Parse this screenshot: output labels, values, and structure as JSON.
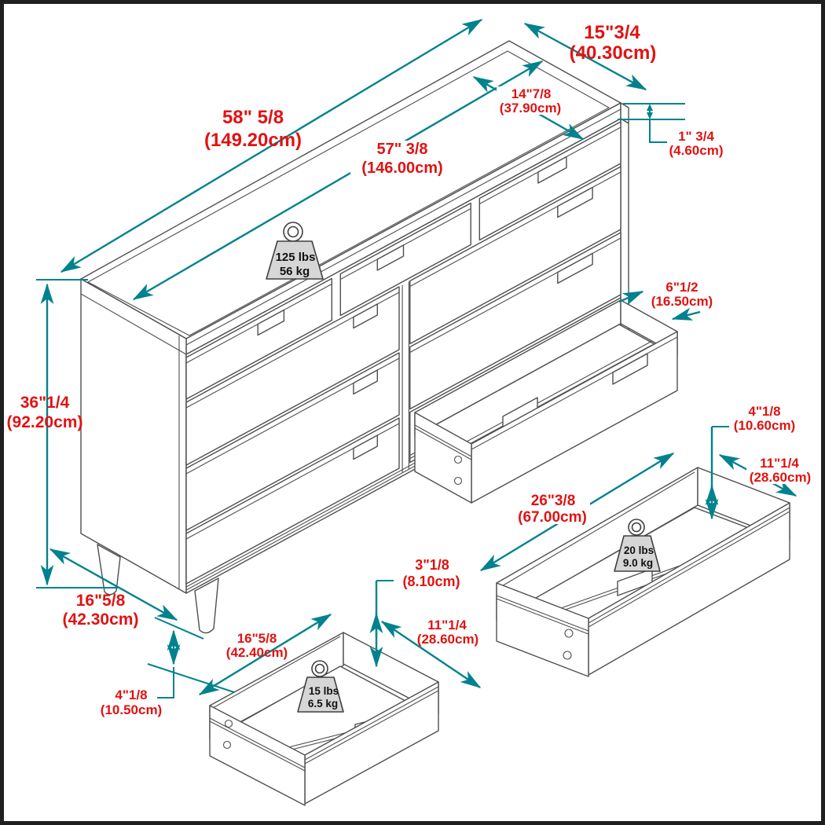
{
  "title": "Dresser dimension diagram",
  "colors": {
    "dimension_line": "#00828E",
    "label_text": "#E11212",
    "drawing_line": "#4f4f4f",
    "weight_fill": "#d6d6d6",
    "weight_text": "#111111",
    "background": "#ffffff",
    "border": "#1f1f1f"
  },
  "dimensions": {
    "overall_width": {
      "inches": "58\" 5/8",
      "metric": "(149.20cm)"
    },
    "top_inner_width": {
      "inches": "57\" 3/8",
      "metric": "(146.00cm)"
    },
    "top_depth": {
      "inches": "15\"3/4",
      "metric": "(40.30cm)"
    },
    "top_inner_depth": {
      "inches": "14\"7/8",
      "metric": "(37.90cm)"
    },
    "top_thickness": {
      "inches": "1\" 3/4",
      "metric": "(4.60cm)"
    },
    "overall_height": {
      "inches": "36\"1/4",
      "metric": "(92.20cm)"
    },
    "drawer_front_height": {
      "inches": "6\"1/2",
      "metric": "(16.50cm)"
    },
    "large_drawer_inner_height": {
      "inches": "4\"1/8",
      "metric": "(10.60cm)"
    },
    "large_drawer_inner_depth": {
      "inches": "11\"1/4",
      "metric": "(28.60cm)"
    },
    "large_drawer_inner_width": {
      "inches": "26\"3/8",
      "metric": "(67.00cm)"
    },
    "base_depth": {
      "inches": "16\"5/8",
      "metric": "(42.30cm)"
    },
    "leg_height": {
      "inches": "4\"1/8",
      "metric": "(10.50cm)"
    },
    "small_drawer_inner_width": {
      "inches": "16\"5/8",
      "metric": "(42.40cm)"
    },
    "small_drawer_inner_height": {
      "inches": "3\"1/8",
      "metric": "(8.10cm)"
    },
    "small_drawer_inner_depth": {
      "inches": "11\"1/4",
      "metric": "(28.60cm)"
    }
  },
  "weight_capacities": {
    "top_surface": {
      "pounds": "125 lbs",
      "kilograms": "56 kg"
    },
    "large_drawer": {
      "pounds": "20 lbs",
      "kilograms": "9.0 kg"
    },
    "small_drawer": {
      "pounds": "15 lbs",
      "kilograms": "6.5 kg"
    }
  }
}
